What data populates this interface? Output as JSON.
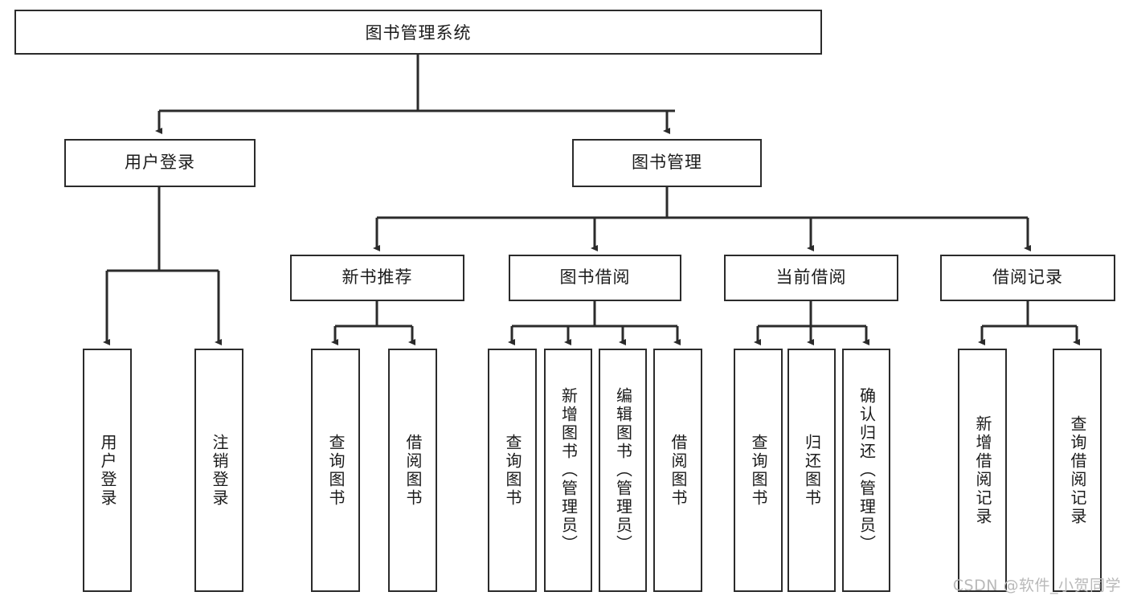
{
  "diagram": {
    "type": "tree",
    "title": "图书管理系统",
    "root": {
      "id": "root",
      "label": "图书管理系统"
    },
    "level1": [
      {
        "id": "user-login",
        "label": "用户登录"
      },
      {
        "id": "book-manage",
        "label": "图书管理"
      }
    ],
    "level2": [
      {
        "id": "new-book-recommend",
        "label": "新书推荐",
        "parent": "book-manage"
      },
      {
        "id": "book-borrow",
        "label": "图书借阅",
        "parent": "book-manage"
      },
      {
        "id": "current-borrow",
        "label": "当前借阅",
        "parent": "book-manage"
      },
      {
        "id": "borrow-record",
        "label": "借阅记录",
        "parent": "book-manage"
      }
    ],
    "leaves": [
      {
        "id": "leaf-user-login",
        "label": "用户登录",
        "parent": "user-login"
      },
      {
        "id": "leaf-user-logout",
        "label": "注销登录",
        "parent": "user-login"
      },
      {
        "id": "leaf-query-book-1",
        "label": "查询图书",
        "parent": "new-book-recommend"
      },
      {
        "id": "leaf-borrow-book-1",
        "label": "借阅图书",
        "parent": "new-book-recommend"
      },
      {
        "id": "leaf-query-book-2",
        "label": "查询图书",
        "parent": "book-borrow"
      },
      {
        "id": "leaf-add-book",
        "label": "新增图书（管理员）",
        "parent": "book-borrow"
      },
      {
        "id": "leaf-edit-book",
        "label": "编辑图书（管理员）",
        "parent": "book-borrow"
      },
      {
        "id": "leaf-borrow-book-2",
        "label": "借阅图书",
        "parent": "book-borrow"
      },
      {
        "id": "leaf-query-book-3",
        "label": "查询图书",
        "parent": "current-borrow"
      },
      {
        "id": "leaf-return-book",
        "label": "归还图书",
        "parent": "current-borrow"
      },
      {
        "id": "leaf-confirm-return",
        "label": "确认归还（管理员）",
        "parent": "current-borrow"
      },
      {
        "id": "leaf-add-record",
        "label": "新增借阅记录",
        "parent": "borrow-record"
      },
      {
        "id": "leaf-query-record",
        "label": "查询借阅记录",
        "parent": "borrow-record"
      }
    ],
    "colors": {
      "stroke": "#2b2b2b",
      "fill": "#ffffff",
      "text": "#1b1b1b",
      "watermark": "#b9b9b9"
    }
  },
  "watermark": {
    "text": "CSDN @软件_小贺同学"
  }
}
